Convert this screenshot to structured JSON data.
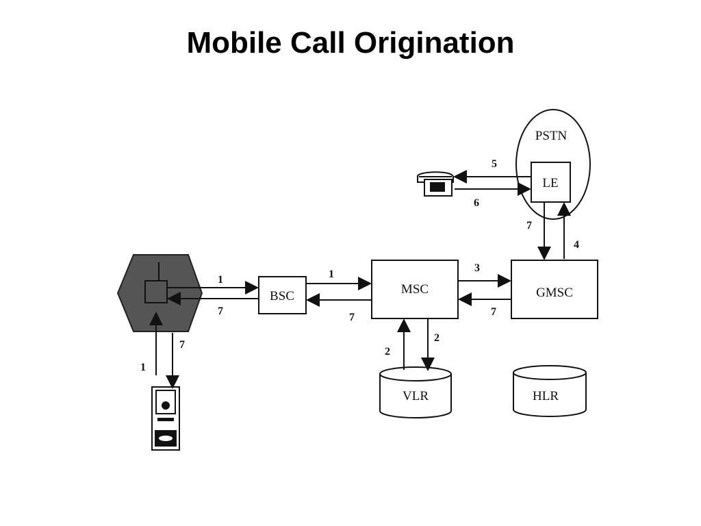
{
  "title": "Mobile Call Origination",
  "nodes": {
    "bsc": "BSC",
    "msc": "MSC",
    "gmsc": "GMSC",
    "vlr": "VLR",
    "hlr": "HLR",
    "pstn": "PSTN",
    "le": "LE"
  },
  "steps": {
    "ms_to_bts": "1",
    "bts_to_ms": "7",
    "bts_to_bsc": "1",
    "bsc_to_bts": "7",
    "bsc_to_msc": "1",
    "msc_to_bsc": "7",
    "msc_to_vlr": "2",
    "vlr_to_msc": "2",
    "msc_to_gmsc": "3",
    "gmsc_to_msc": "7",
    "gmsc_to_le": "4",
    "le_to_gmsc": "7",
    "le_to_phone": "5",
    "phone_to_le": "6"
  },
  "colors": {
    "ink": "#111111",
    "cell_fill": "#555555"
  },
  "icons": {
    "cell": "base-station-cell-icon",
    "mobile": "mobile-phone-icon",
    "landline": "landline-telephone-icon"
  }
}
